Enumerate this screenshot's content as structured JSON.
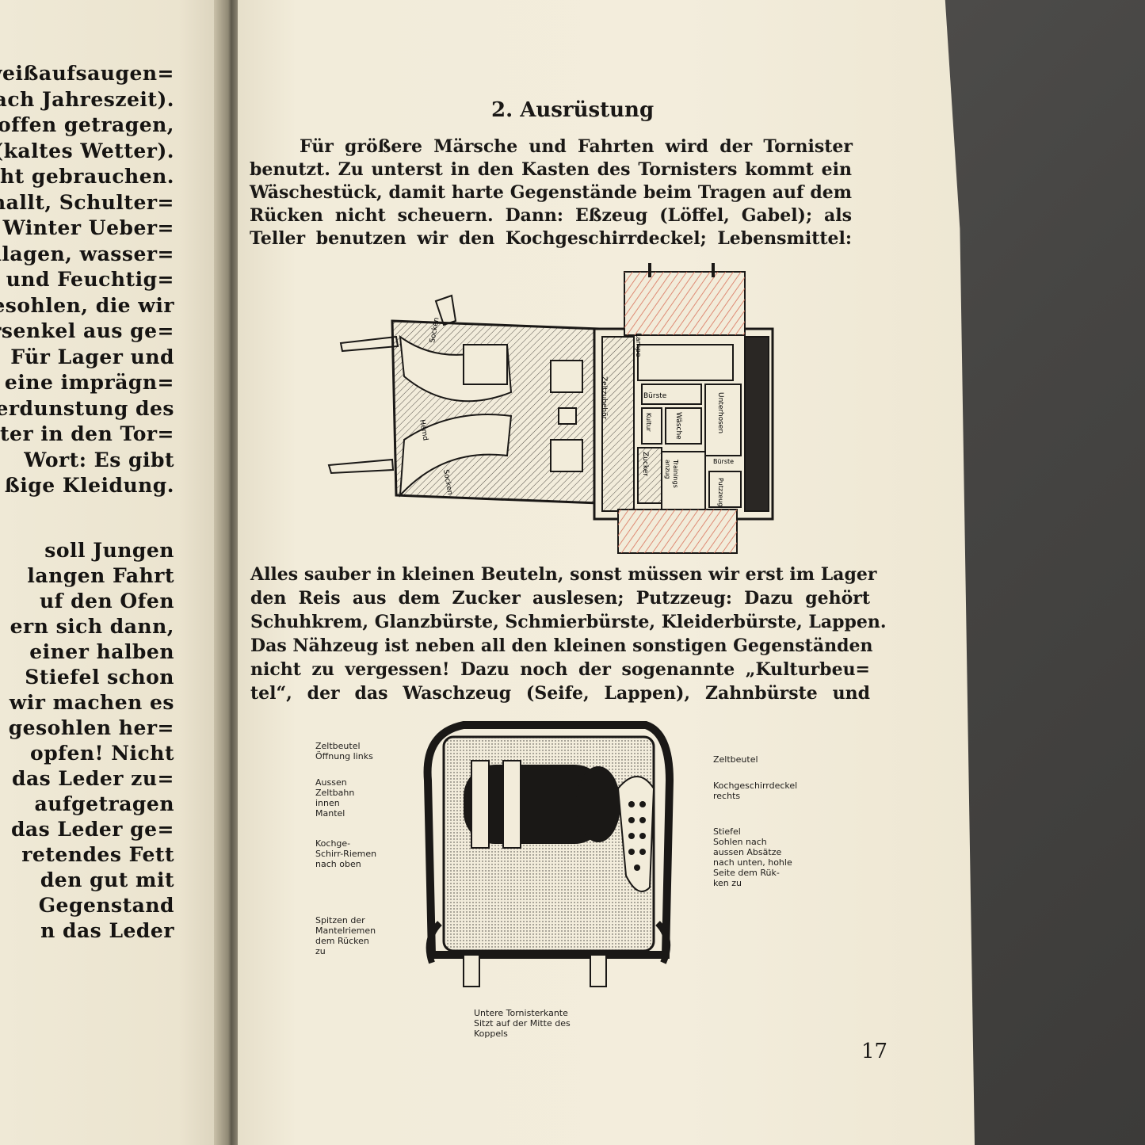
{
  "left_page": {
    "lines": [
      "schweißaufsaugen=",
      "nach Jahreszeit).",
      "rd offen getragen,",
      "(kaltes Wetter).",
      "nicht gebrauchen.",
      "hnallt, Schulter=",
      "Winter Ueber=",
      "schlagen, wasser=",
      "ee und Feuchtig=",
      "esohlen, die wir",
      "irsenkel aus ge=",
      "Für Lager und",
      "er eine imprägn=",
      "Verdunstung des",
      "ter in den Tor=",
      "Wort: Es gibt",
      "ßige Kleidung.",
      "soll Jungen",
      "langen Fahrt",
      "uf den Ofen",
      "ern sich dann,",
      "einer halben",
      "Stiefel schon",
      "wir machen es",
      "gesohlen her=",
      "opfen! Nicht",
      "das Leder zu=",
      "aufgetragen",
      "das Leder ge=",
      "retendes Fett",
      "den gut mit",
      "Gegenstand",
      "n das Leder"
    ]
  },
  "right_page": {
    "heading": "2. Ausrüstung",
    "para1": [
      "Für größere Märsche und Fahrten wird der Tornister",
      "benutzt. Zu unterst in den Kasten des Tornisters kommt ein",
      "Wäschestück, damit harte Gegenstände beim Tragen auf dem",
      "Rücken nicht scheuern. Dann: Eßzeug (Löffel, Gabel); als",
      "Teller benutzen wir den Kochgeschirrdeckel; Lebensmittel:"
    ],
    "para2": [
      "Alles sauber in kleinen Beuteln, sonst müssen wir erst im Lager",
      "den Reis aus dem Zucker auslesen; Putzzeug: Dazu gehört",
      "Schuhkrem, Glanzbürste, Schmierbürste, Kleiderbürste, Lappen.",
      "Das Nähzeug ist neben all den kleinen sonstigen Gegenständen",
      "nicht zu vergessen! Dazu noch der sogenannte „Kulturbeu=",
      "tel“, der das Waschzeug (Seife, Lappen), Zahnbürste und"
    ],
    "page_number": "17"
  },
  "figure1": {
    "labels": {
      "socken_top": "Socken",
      "socken_bottom": "Socken",
      "hemd": "Hemd",
      "zeltzubehoer": "Zeltzubehör",
      "lampe": "Lampe",
      "buerste": "Bürste",
      "kultur": "Kultur",
      "waesche": "Wäsche",
      "unterhosen": "Unterhosen",
      "zucker": "Zucker",
      "trainingsanzug": "Trainings\nanzug",
      "putzzeug": "Putzzeug",
      "buerste2": "Bürste"
    }
  },
  "figure2": {
    "labels": {
      "zeltbeutel_links": "Zeltbeutel\nÖffnung links",
      "zeltbeutel_right": "Zeltbeutel",
      "aussen": "Aussen\nZeltbahn\ninnen\nMantel",
      "kochgeschirrdeckel": "Kochgeschirrdeckel\nrechts",
      "kochgeschirr_riemen": "Kochge-\nSchirr-Riemen\nnach oben",
      "stiefel": "Stiefel\nSohlen nach\naussen Absätze\nnach unten, hohle\nSeite dem Rük-\nken zu",
      "spitzen": "Spitzen der\nMantelriemen\ndem Rücken\nzu",
      "untere": "Untere Tornisterkante\nSitzt auf der Mitte des\nKoppels"
    }
  }
}
